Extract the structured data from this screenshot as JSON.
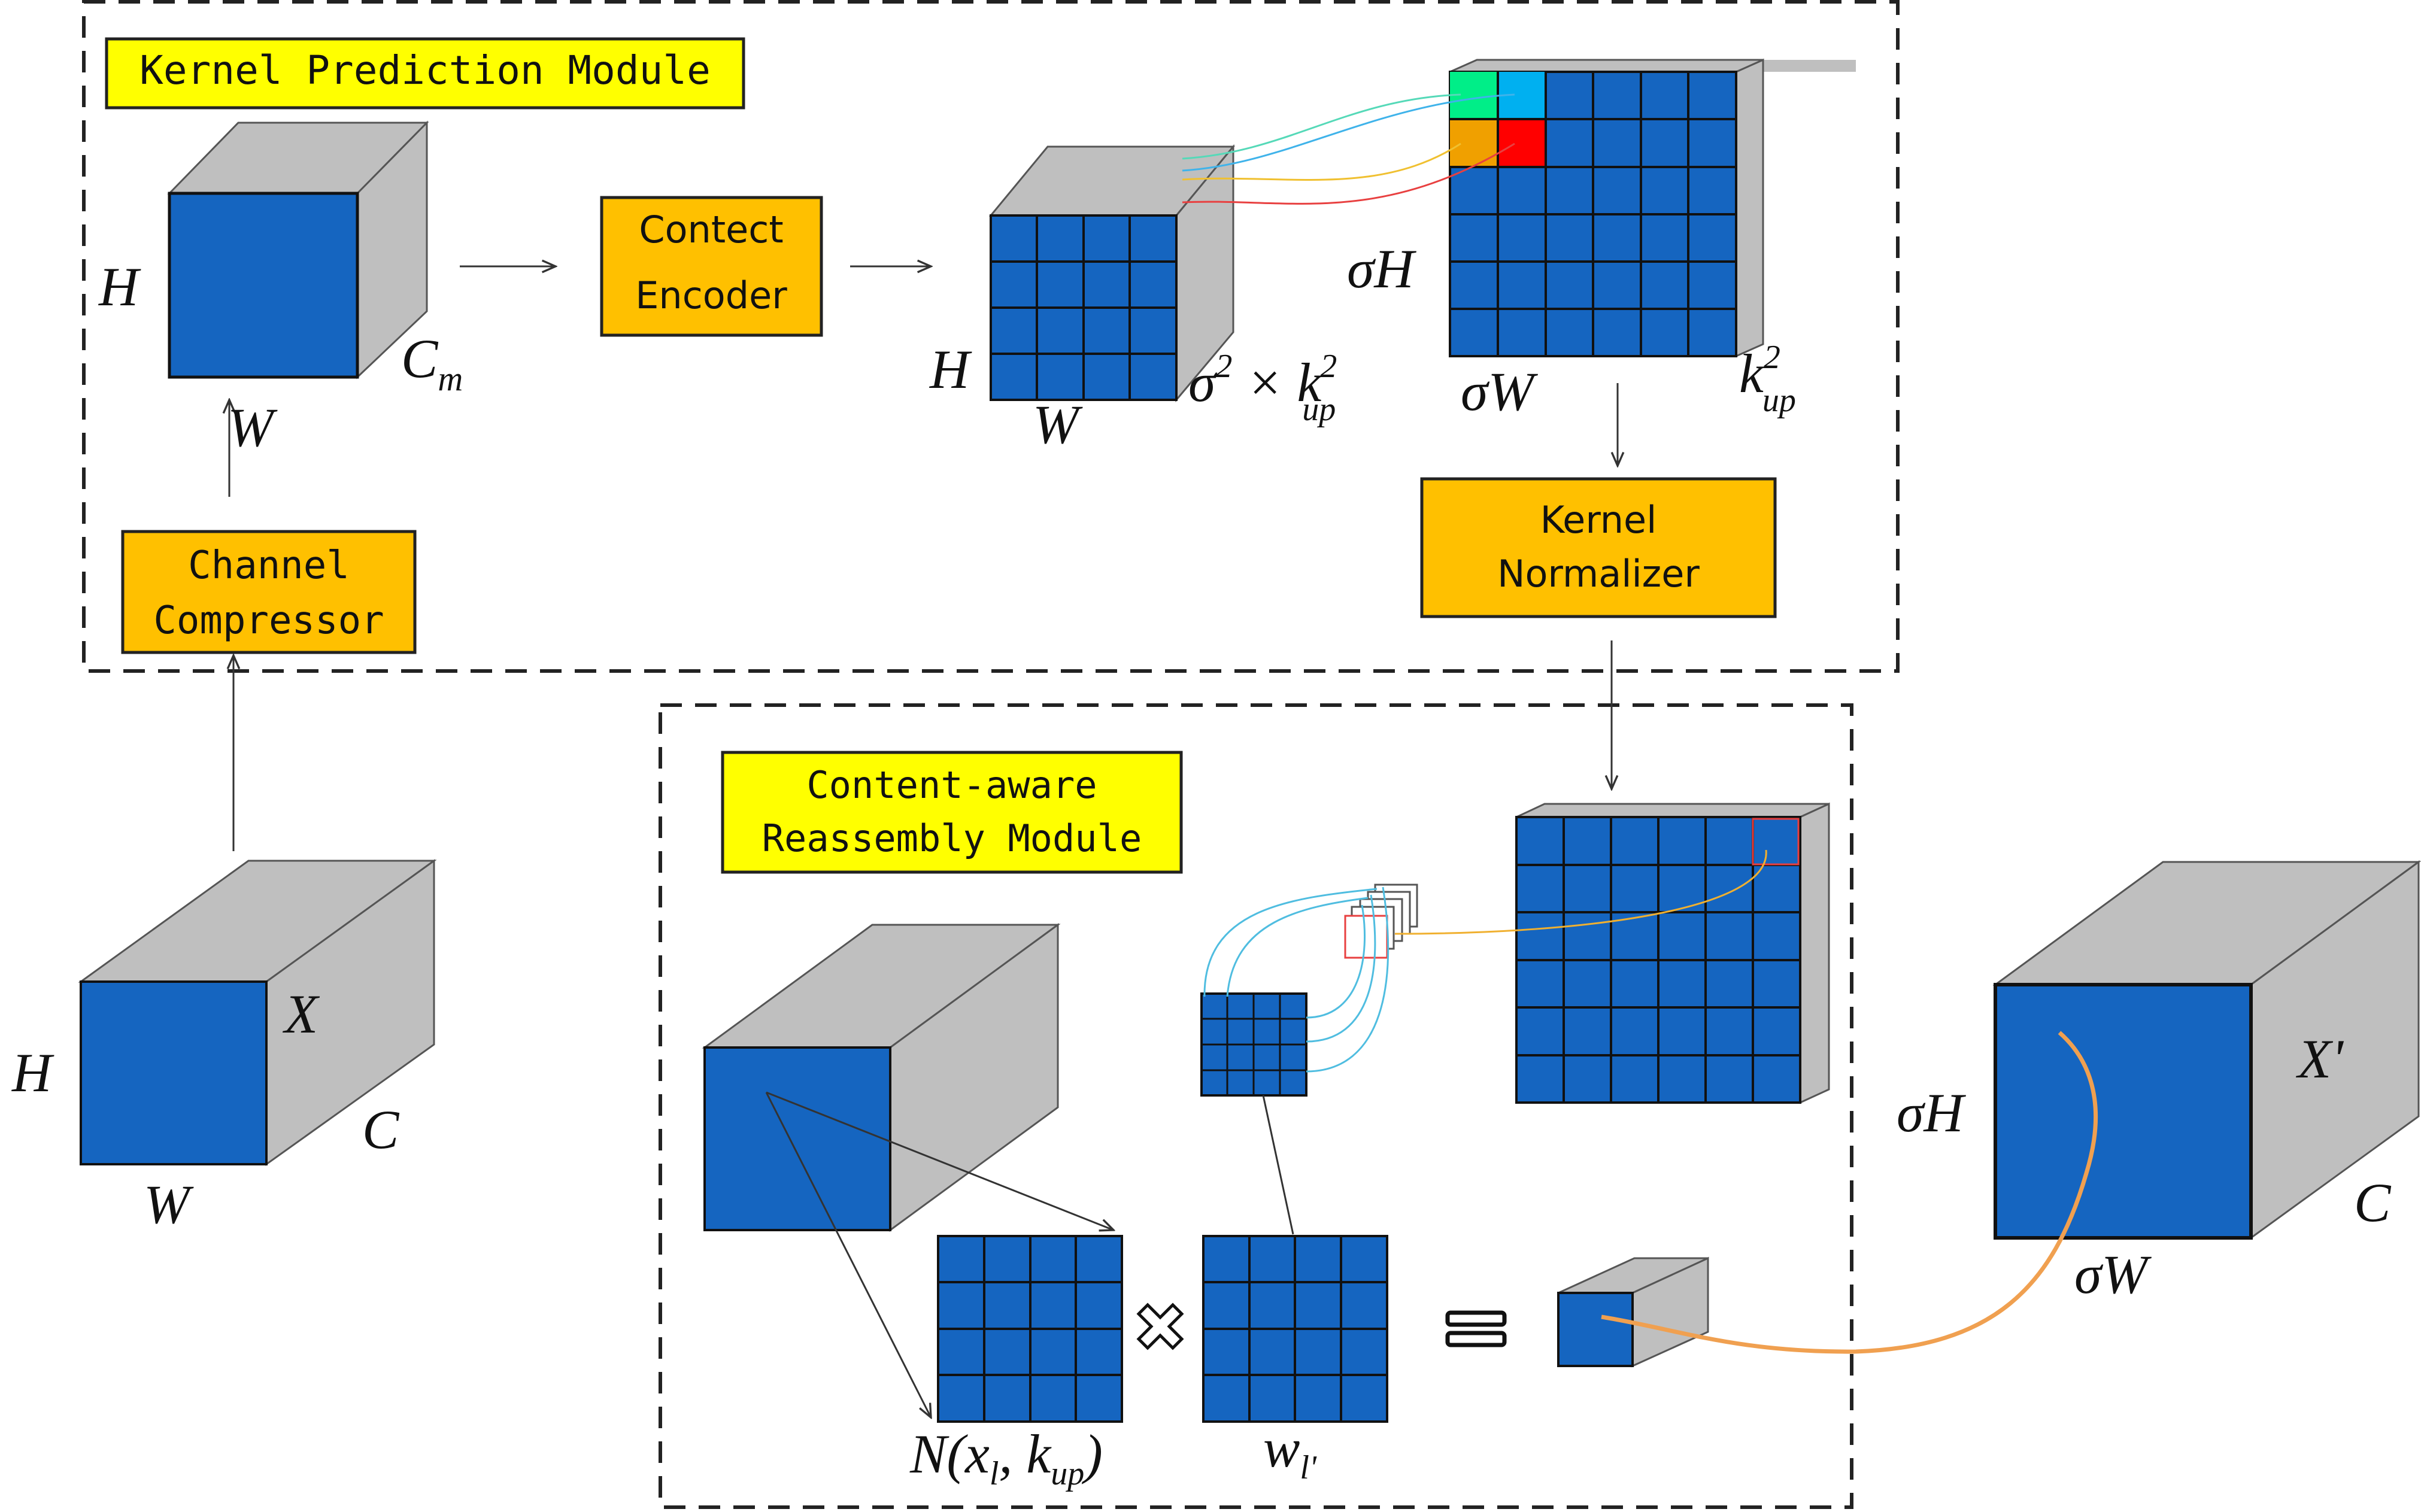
{
  "modules": {
    "kernel_prediction": "Kernel Prediction Module",
    "reassembly_line1": "Content-aware",
    "reassembly_line2": "Reassembly Module"
  },
  "blocks": {
    "channel_compressor_line1": "Channel",
    "channel_compressor_line2": "Compressor",
    "content_encoder_line1": "Contect",
    "content_encoder_line2": "Encoder",
    "kernel_normalizer_line1": "Kernel",
    "kernel_normalizer_line2": "Normalizer"
  },
  "labels": {
    "H": "H",
    "W": "W",
    "C": "C",
    "X": "X",
    "Cm_main": "C",
    "Cm_sub": "m",
    "sigma": "σ",
    "sigmaH": "σH",
    "sigmaW": "σW",
    "sigma2_k2up_sigma": "σ",
    "sigma2_k2up_sq": "2",
    "sigma2_k2up_times": " × k",
    "k": "k",
    "sq": "2",
    "up": "up",
    "Xprime": "X'",
    "N_main": "N(x",
    "N_l": "l",
    "N_comma": ", k",
    "N_up": "up",
    "N_close": ")",
    "w": "w",
    "w_sub": "l'"
  },
  "colors": {
    "blue": "#1565c0",
    "gray": "#bfbfbf",
    "orange": "#ffc000",
    "yellow": "#ffff00",
    "green": "#00ee88",
    "cyan": "#00b0f0",
    "amber": "#f0a000",
    "red": "#ff0000"
  }
}
